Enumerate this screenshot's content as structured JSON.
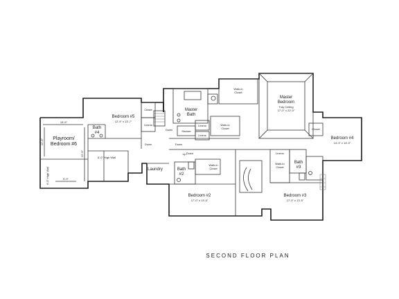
{
  "plan": {
    "title": "SECOND FLOOR PLAN",
    "rooms": {
      "bedroom5": {
        "name": "Bedroom #5",
        "dim": "12'-9\" x 13'-7\""
      },
      "bath4": {
        "line1": "Bath",
        "line2": "#4"
      },
      "playroom": {
        "line1": "Playroom/",
        "line2": "Bedroom #6"
      },
      "master_bath": {
        "line1": "Master",
        "line2": "Bath"
      },
      "master_walkin_top": {
        "line1": "Walk-in",
        "line2": "Closet"
      },
      "master_walkin_mid": {
        "line1": "Walk-in",
        "line2": "Closet"
      },
      "master_bedroom": {
        "line1": "Master",
        "line2": "Bedroom",
        "line3": "Tray Ceiling",
        "dim": "17'-0\" x 22'-0\""
      },
      "bedroom4": {
        "name": "Bedroom #4",
        "dim": "14'-3\" x 14'-0\""
      },
      "bedroom2": {
        "name": "Bedroom #2",
        "dim": "17'-0\" x 13'-5\""
      },
      "bedroom3": {
        "name": "Bedroom #3",
        "dim": "17'-0\" x 13'-5\""
      },
      "bath2": {
        "line1": "Bath",
        "line2": "#2"
      },
      "bath3": {
        "line1": "Bath",
        "line2": "#3"
      },
      "walkin_b2": {
        "line1": "Walk-in",
        "line2": "Closet"
      },
      "walkin_b3": {
        "line1": "Walk-in",
        "line2": "Closet"
      },
      "laundry": "Laundry",
      "shower": "Shower"
    },
    "labels": {
      "closet_b5": "Closet",
      "closet_b4": "Closet",
      "linens_b5": "Linens",
      "linens_master_1": "Linens",
      "linens_master_2": "Linens",
      "linens_b3": "Linens",
      "down_1": "Down",
      "down_2": "Down",
      "down_3": "Down",
      "down_4": "Down",
      "up": "Up",
      "high_wall_1": "6'-0\" High Wall",
      "high_wall_2": "6'-0\" High Wall"
    },
    "dimensions": {
      "top": "15'-5\"",
      "left": "12'-6\"",
      "right": "22'-5\"",
      "bottom": "9'-9\""
    }
  }
}
